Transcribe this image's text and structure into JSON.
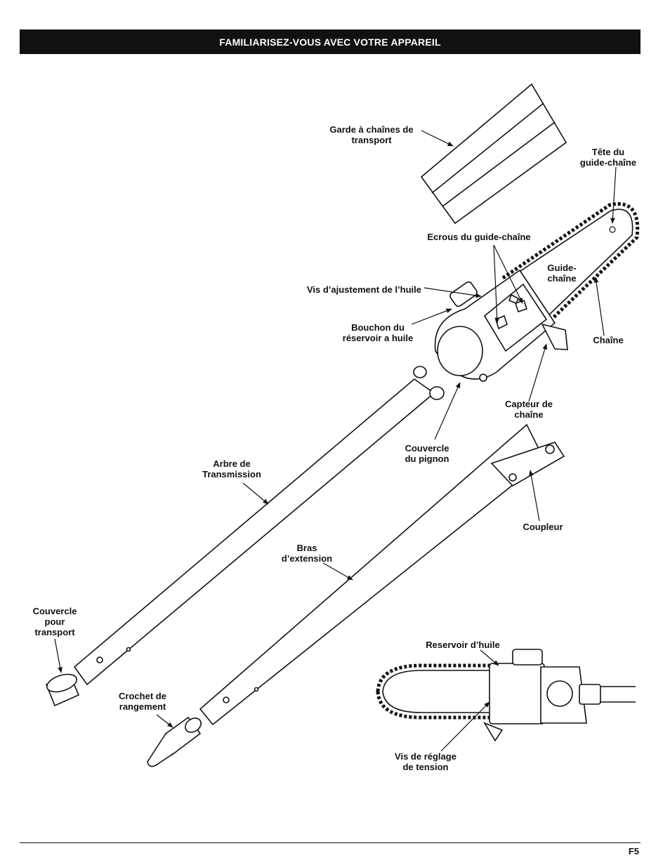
{
  "header": {
    "title": "FAMILIARISEZ-VOUS AVEC VOTRE APPAREIL"
  },
  "labels": {
    "scabbard": "Garde à chaînes de\ntransport",
    "bar_tip": "Tête du\nguide-chaîne",
    "bar_nuts": "Ecrous du guide-chaîne",
    "guide_bar": "Guide-\nchaîne",
    "oil_screw": "Vis d’ajustement de l’huile",
    "oil_cap": "Bouchon du\nréservoir a huile",
    "chain": "Chaîne",
    "chain_catcher": "Capteur de\nchaîne",
    "sprocket_cover": "Couvercle\ndu pignon",
    "drive_shaft": "Arbre de\nTransmission",
    "coupler": "Coupleur",
    "extension_arm": "Bras\nd’extension",
    "transport_cover": "Couvercle\npour\ntransport",
    "storage_hook": "Crochet de\nrangement",
    "oil_reservoir": "Reservoir d’huile",
    "tension_screw": "Vis de réglage\nde tension"
  },
  "footer": {
    "page_number": "F5"
  }
}
